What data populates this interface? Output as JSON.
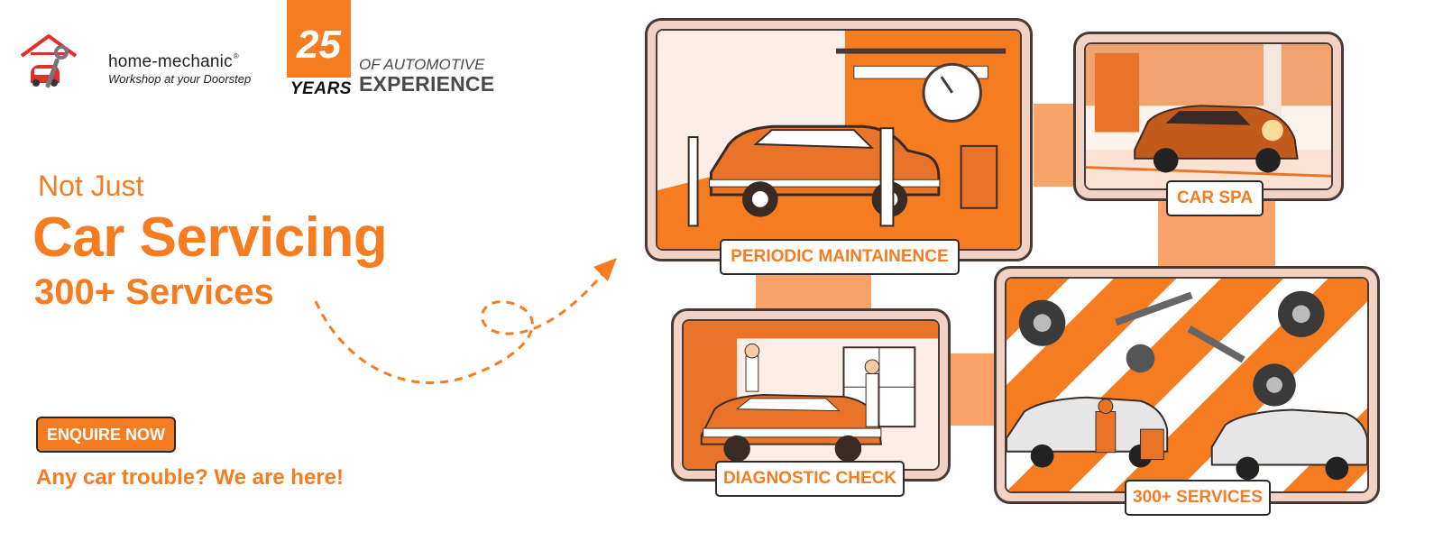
{
  "brand": {
    "name": "home-mechanic",
    "registered": "®",
    "tagline": "Workshop at your Doorstep"
  },
  "experience": {
    "number": "25",
    "unit": "YEARS",
    "line1": "OF AUTOMOTIVE",
    "line2": "EXPERIENCE"
  },
  "hero": {
    "kicker": "Not Just",
    "headline": "Car Servicing",
    "subheadline": "300+ Services",
    "cta_label": "ENQUIRE NOW",
    "tagline": "Any car trouble? We are here!"
  },
  "services": [
    {
      "label": "PERIODIC MAINTAINENCE",
      "icon": "sedan-on-lift-illustration"
    },
    {
      "label": "CAR SPA",
      "icon": "sports-car-showroom-illustration"
    },
    {
      "label": "DIAGNOSTIC CHECK",
      "icon": "mechanics-inspecting-car-illustration"
    },
    {
      "label": "300+ SERVICES",
      "icon": "tools-and-parts-illustration"
    }
  ],
  "colors": {
    "accent": "#f57c20",
    "connector": "#f9a26a",
    "card_bg": "#f1d2c4",
    "frame": "#4a3a35"
  }
}
